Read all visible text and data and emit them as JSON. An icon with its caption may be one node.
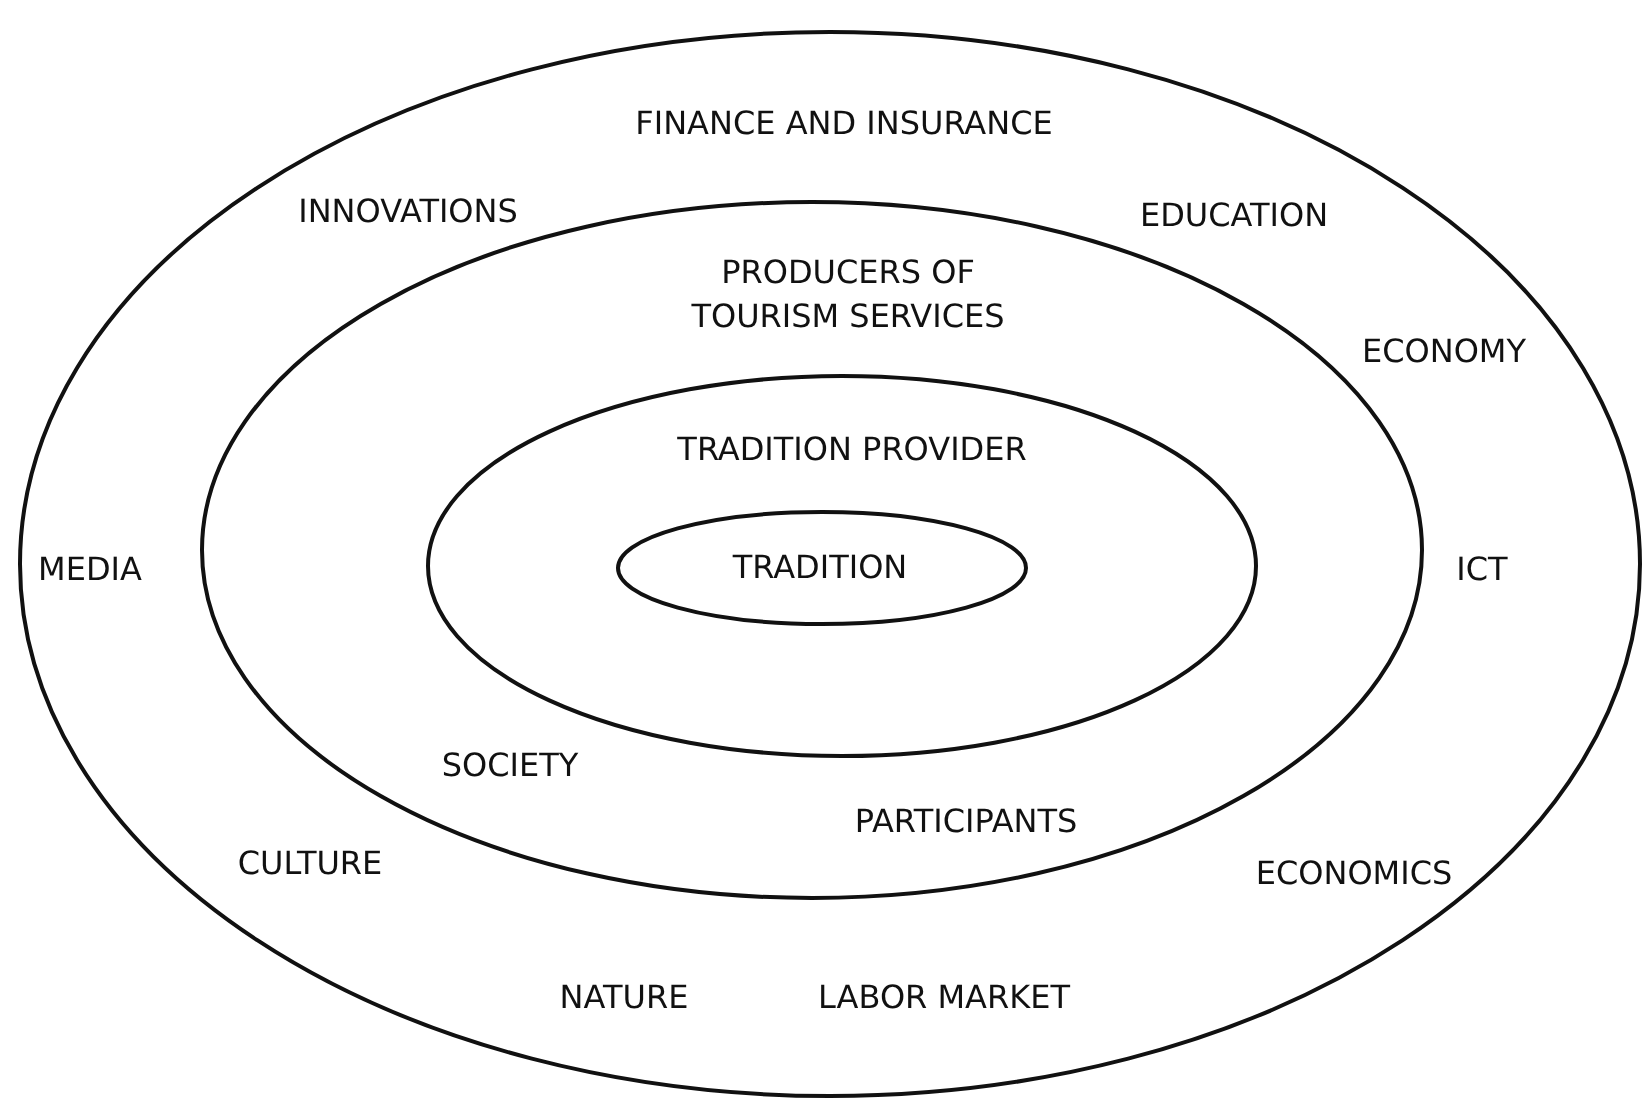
{
  "diagram": {
    "nodes": [
      {
        "text": [
          "FINANCE AND INSURANCE",
          "INNOVATIONS",
          "EDUCATION",
          "ECONOMY",
          "MEDIA",
          "ICT",
          "CULTURE",
          "ECONOMICS",
          "NATURE",
          "LABOR MARKET"
        ]
      },
      {
        "text": [
          "PRODUCERS OF TOURISM SERVICES",
          "SOCIETY",
          "PARTICIPANTS"
        ],
        "in": 0
      },
      {
        "text": [
          "TRADITION PROVIDER"
        ],
        "in": 1
      },
      {
        "text": [
          "TRADITION"
        ],
        "in": 2
      }
    ]
  }
}
